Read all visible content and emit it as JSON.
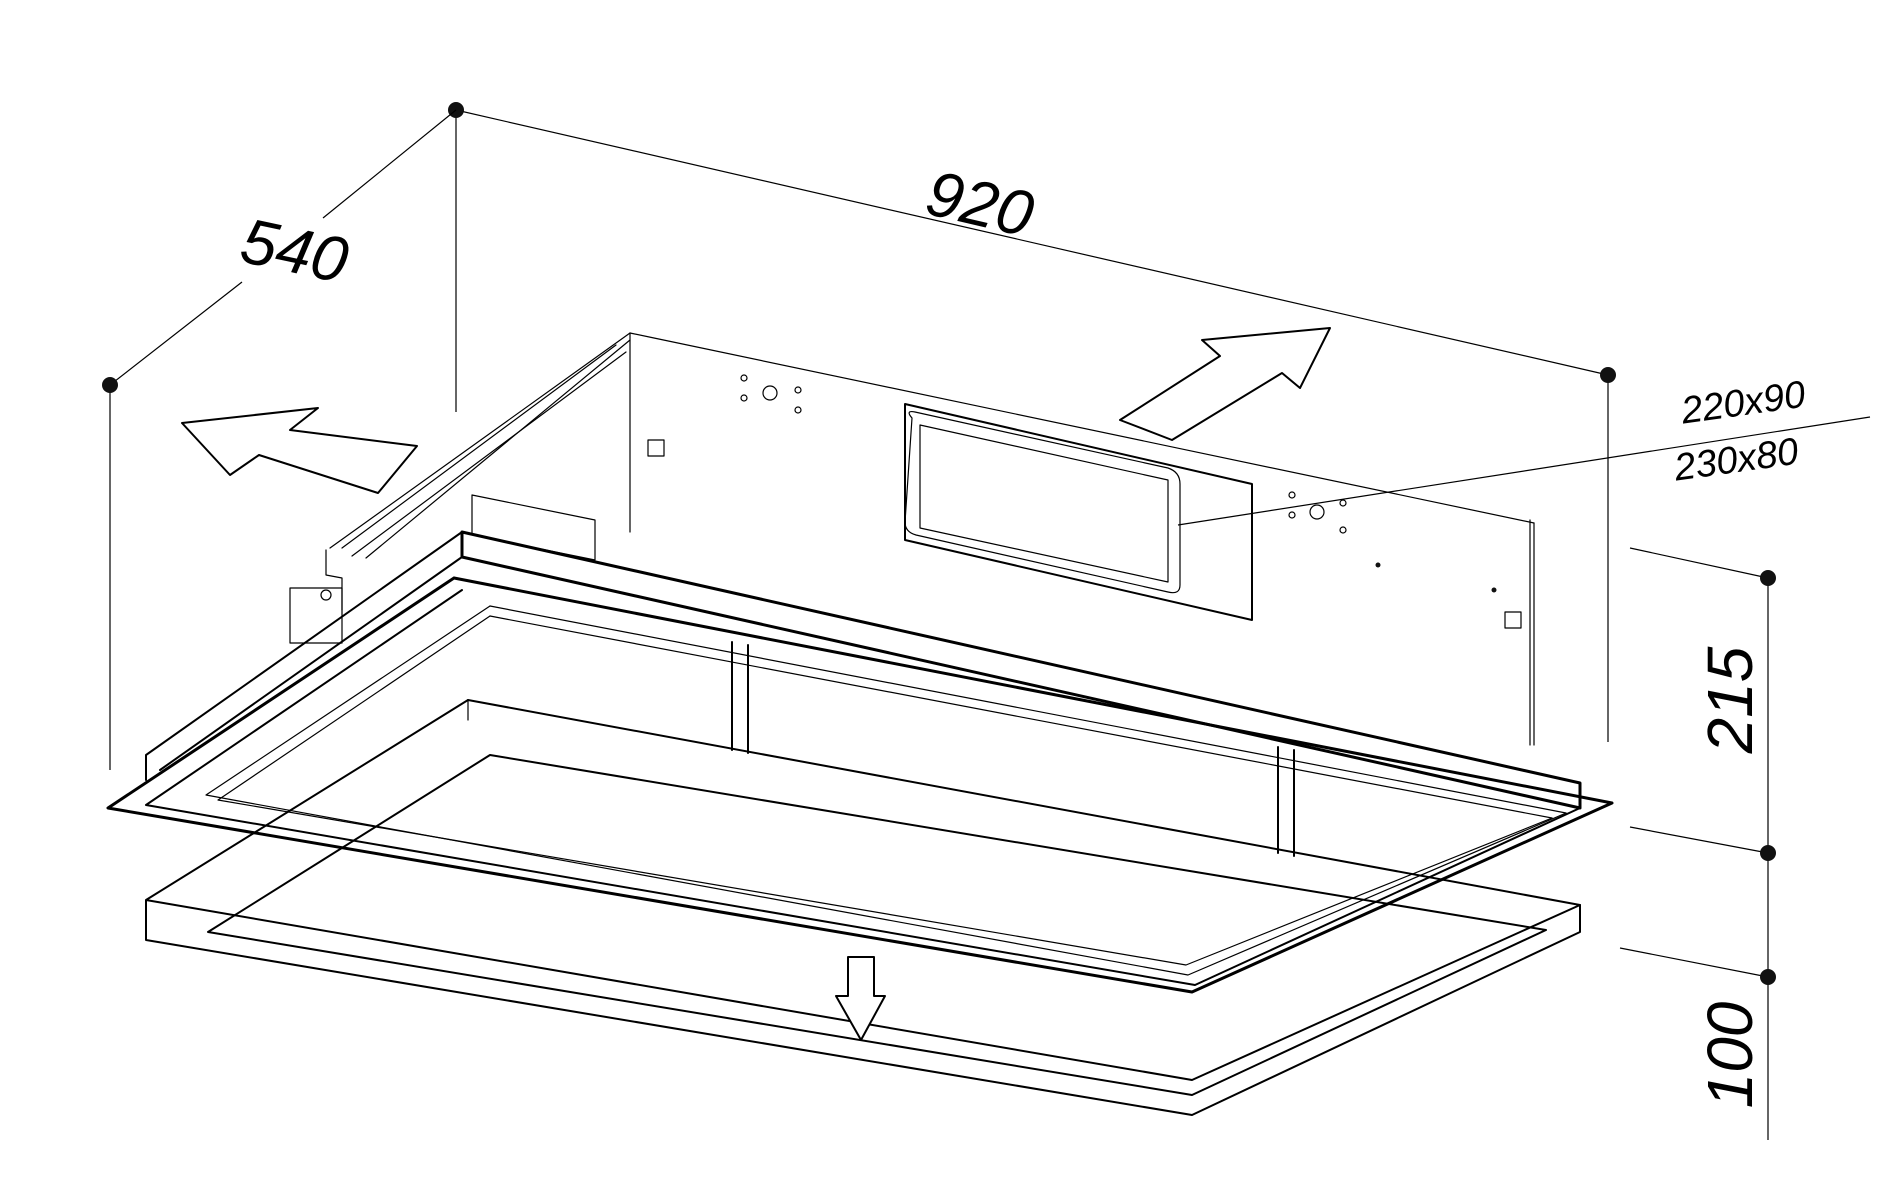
{
  "dimensions": {
    "depth": "540",
    "width": "920",
    "height_body": "215",
    "height_panel": "100",
    "outlet_size_a": "220x90",
    "outlet_size_b": "230x80"
  },
  "icons": {
    "left_arrow": "outline-arrow-left-icon",
    "right_arrow": "outline-arrow-right-icon",
    "down_arrow": "outline-arrow-down-icon"
  },
  "colors": {
    "line": "#000000",
    "background": "#ffffff"
  }
}
